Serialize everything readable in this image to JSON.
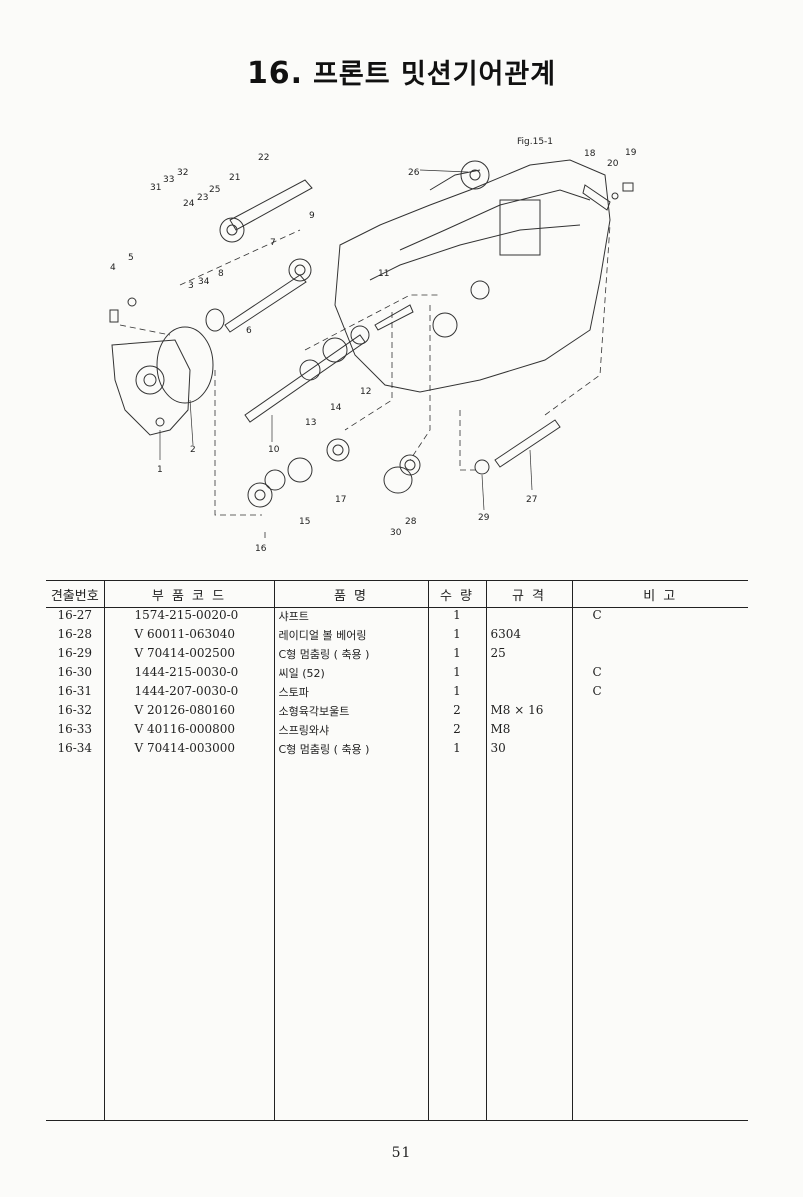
{
  "page": {
    "section_number": "16.",
    "title": "프론트 밋션기어관계",
    "figure_ref": "Fig.15-1",
    "page_number": "51"
  },
  "diagram": {
    "callouts": [
      "1",
      "2",
      "3",
      "4",
      "5",
      "6",
      "7",
      "8",
      "9",
      "10",
      "11",
      "12",
      "13",
      "14",
      "15",
      "16",
      "17",
      "18",
      "19",
      "20",
      "21",
      "22",
      "23",
      "24",
      "25",
      "26",
      "27",
      "28",
      "29",
      "30",
      "31",
      "32",
      "33",
      "34"
    ]
  },
  "table": {
    "headers": {
      "ref": "견출번호",
      "code": "부 품 코 드",
      "name": "품 명",
      "qty": "수 량",
      "spec": "규 격",
      "note": "비 고"
    },
    "rows": [
      {
        "ref": "16-27",
        "code": "1574-215-0020-0",
        "name": "샤프트",
        "qty": "1",
        "spec": "",
        "note": "C"
      },
      {
        "ref": "16-28",
        "code": "V 60011-063040",
        "name": "레이디얼 볼 베어링",
        "qty": "1",
        "spec": "6304",
        "note": ""
      },
      {
        "ref": "16-29",
        "code": "V 70414-002500",
        "name": "C형 멈춤링 ( 축용 )",
        "qty": "1",
        "spec": "25",
        "note": ""
      },
      {
        "ref": "16-30",
        "code": "1444-215-0030-0",
        "name": "씨일 (52)",
        "qty": "1",
        "spec": "",
        "note": "C"
      },
      {
        "ref": "16-31",
        "code": "1444-207-0030-0",
        "name": "스토파",
        "qty": "1",
        "spec": "",
        "note": "C"
      },
      {
        "ref": "16-32",
        "code": "V 20126-080160",
        "name": "소형육각보울트",
        "qty": "2",
        "spec": "M8 × 16",
        "note": ""
      },
      {
        "ref": "16-33",
        "code": "V 40116-000800",
        "name": "스프링와샤",
        "qty": "2",
        "spec": "M8",
        "note": ""
      },
      {
        "ref": "16-34",
        "code": "V 70414-003000",
        "name": "C형 멈춤링 ( 축용 )",
        "qty": "1",
        "spec": "30",
        "note": ""
      }
    ]
  }
}
